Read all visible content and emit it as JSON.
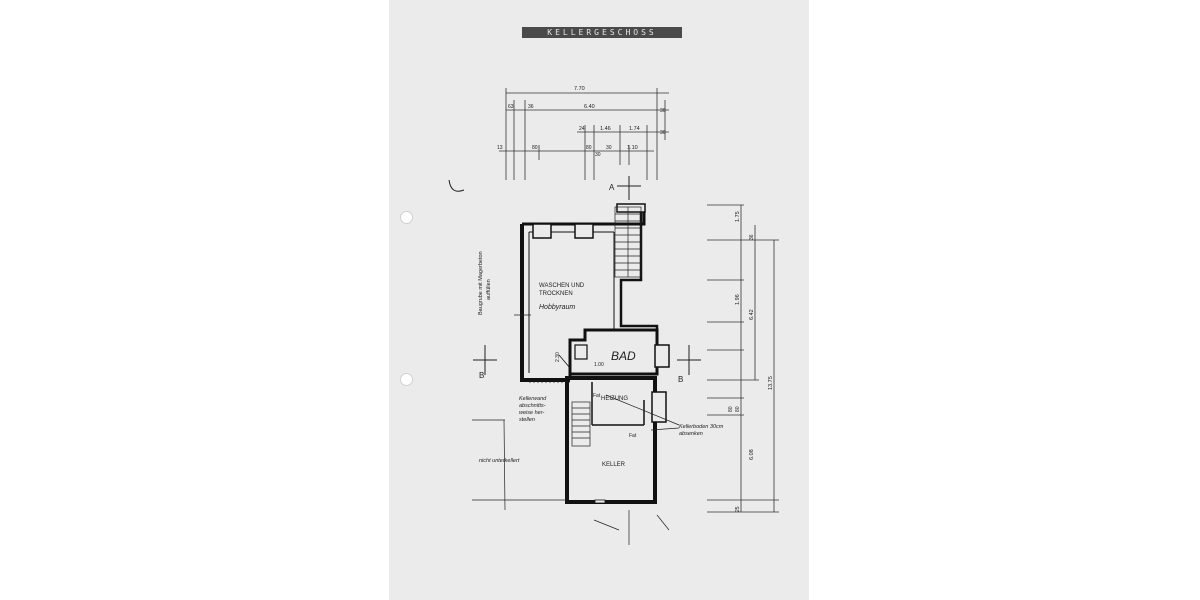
{
  "title": "KELLERGESCHOSS",
  "rooms": {
    "waschen_line1": "WASCHEN UND",
    "waschen_line2": "TROCKNEN",
    "hobby": "Hobbyraum",
    "bad": "BAD",
    "heizung": "HEIZUNG",
    "keller": "KELLER"
  },
  "labels": {
    "section_a": "A",
    "section_b_left": "B",
    "section_b_right": "B",
    "baugrube_1": "Baugrube mit Magerbeton",
    "baugrube_2": "auffüllen",
    "kellerwand_1": "Kellerwand",
    "kellerwand_2": "abschnitts-",
    "kellerwand_3": "weise her-",
    "kellerwand_4": "stellen",
    "nicht_unterkellert": "nicht unterkellert",
    "kellerboden_1": "Kellerboden 30cm",
    "kellerboden_2": "absenken",
    "fat_1": "Fat",
    "fat_2": "Fat"
  },
  "dimensions": {
    "top_total": "7.70",
    "top_6_40": "6.40",
    "top_63": "63",
    "top_36": "36",
    "top_30a": "30",
    "top_30b": "30",
    "top_24": "24",
    "top_1_46": "1.46",
    "top_1_74": "1.74",
    "top_30c": "30",
    "top_80a": "80",
    "top_80b": "80",
    "top_30d": "30",
    "top_1_10": "1.10",
    "top_13": "13",
    "right_1_75": "1.75",
    "right_36": "36",
    "right_1_96": "1.96",
    "right_6_42": "6.42",
    "right_13_75": "13.75",
    "right_6_08": "6.08",
    "right_80a": "80",
    "right_80b": "80",
    "right_25": "25",
    "inner_2_30": "2.30",
    "inner_1_00": "1.00"
  }
}
